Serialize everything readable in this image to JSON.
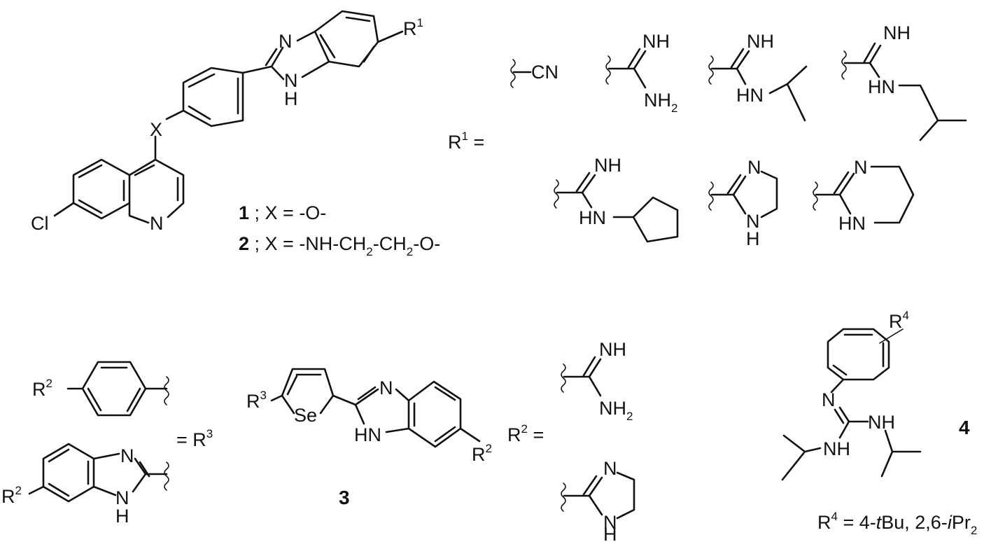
{
  "atoms": {
    "N": "N",
    "H": "H",
    "NH": "NH",
    "HN": "HN",
    "NH2": "NH",
    "two": "2",
    "Cl": "Cl",
    "X": "X",
    "Se": "Se",
    "CN": "CN",
    "R": "R",
    "sup1": "1",
    "sup2": "2",
    "sup3": "3",
    "sup4": "4"
  },
  "labels": {
    "r1_equals": "R",
    "r1_equals_sup": "1",
    "r1_equals_tail": " =",
    "eq_r3_prefix": "= R",
    "eq_r3_sup": "3",
    "r2_equals": "R",
    "r2_equals_sup": "2",
    "r2_equals_tail": " =",
    "cpd1_number": "1",
    "cpd1_def": " ; X = -O-",
    "cpd2_number": "2",
    "cpd2_def_a": " ; X = -NH-CH",
    "cpd2_sub_a": "2",
    "cpd2_def_b": "-CH",
    "cpd2_sub_b": "2",
    "cpd2_def_c": "-O-",
    "cpd3_number": "3",
    "cpd4_number": "4",
    "r4_def_a": "R",
    "r4_def_sup": "4",
    "r4_def_b": " = 4-",
    "r4_def_t": "t",
    "r4_def_c": "Bu, 2,6-",
    "r4_def_i": "i",
    "r4_def_d": "Pr",
    "r4_def_sub": "2"
  }
}
